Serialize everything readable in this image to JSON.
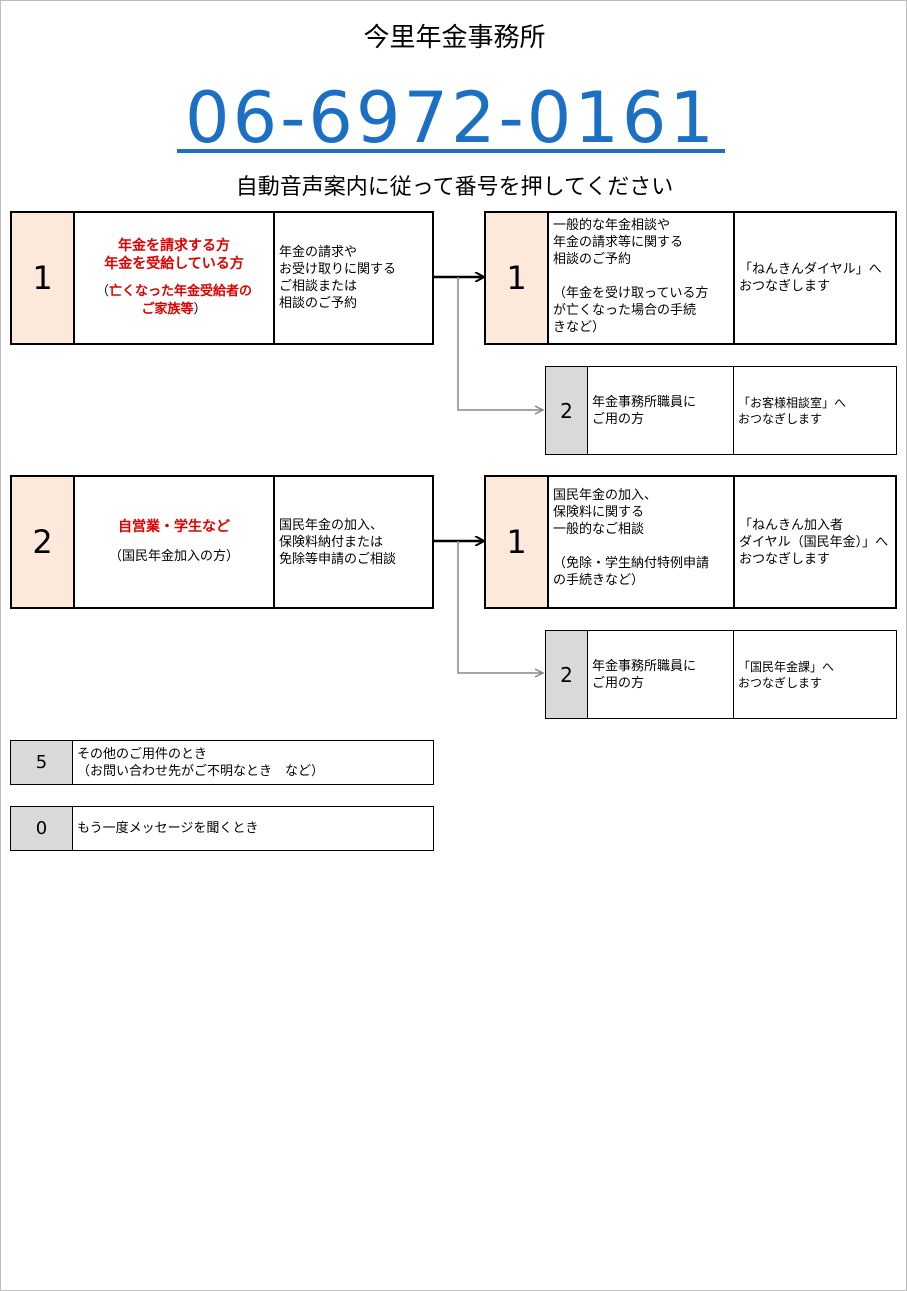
{
  "header": {
    "office_name": "今里年金事務所",
    "phone": "06-6972-0161",
    "instruction": "自動音声案内に従って番号を押してください"
  },
  "section1": {
    "number": "1",
    "who_main": "年金を請求する方\n年金を受給している方",
    "who_sub_open": "（",
    "who_sub_red": "亡くなった年金受給者の\nご家族等",
    "who_sub_close": "）",
    "desc": "年金の請求や\nお受け取りに関する\nご相談または\n相談のご予約",
    "option1": {
      "number": "1",
      "desc": "一般的な年金相談や\n年金の請求等に関する\n相談のご予約\n\n（年金を受け取っている方\nが亡くなった場合の手続\nきなど）",
      "to": "「ねんきんダイヤル」へ\nおつなぎします"
    },
    "option2": {
      "number": "2",
      "desc": "年金事務所職員に\nご用の方",
      "to": "「お客様相談室」へ\nおつなぎします"
    }
  },
  "section2": {
    "number": "2",
    "who_main": "自営業・学生など",
    "who_sub": "（国民年金加入の方）",
    "desc": "国民年金の加入、\n保険料納付または\n免除等申請のご相談",
    "option1": {
      "number": "1",
      "desc": "国民年金の加入、\n保険料に関する\n一般的なご相談\n\n（免除・学生納付特例申請\nの手続きなど）",
      "to": "「ねんきん加入者\nダイヤル（国民年金）」へ\nおつなぎします"
    },
    "option2": {
      "number": "2",
      "desc": "年金事務所職員に\nご用の方",
      "to": "「国民年金課」へ\nおつなぎします"
    }
  },
  "other": {
    "number": "5",
    "text": "その他のご用件のとき\n（お問い合わせ先がご不明なとき　など）"
  },
  "repeat": {
    "number": "0",
    "text": "もう一度メッセージを聞くとき"
  },
  "colors": {
    "phone": "#1b6fc4",
    "highlight_red": "#e00000",
    "number_bg": "#fde9dc",
    "gray_bg": "#d9d9d9"
  }
}
